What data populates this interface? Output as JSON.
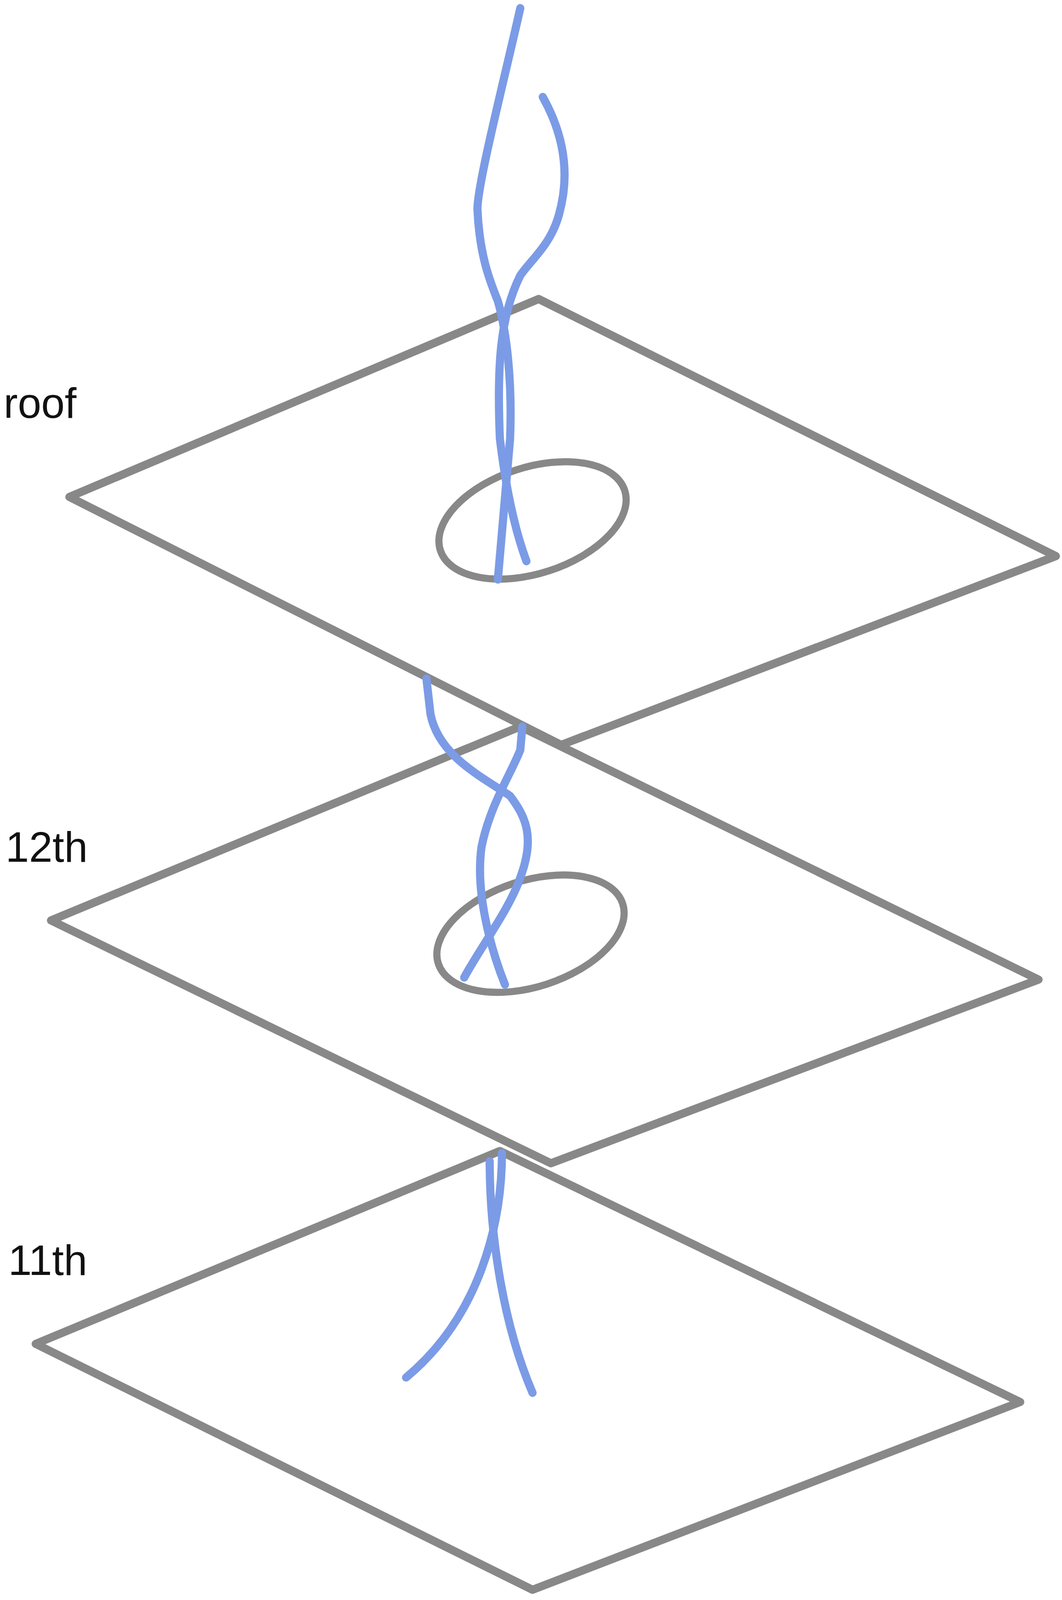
{
  "diagram": {
    "labels": [
      "roof",
      "12th",
      "11th"
    ]
  }
}
